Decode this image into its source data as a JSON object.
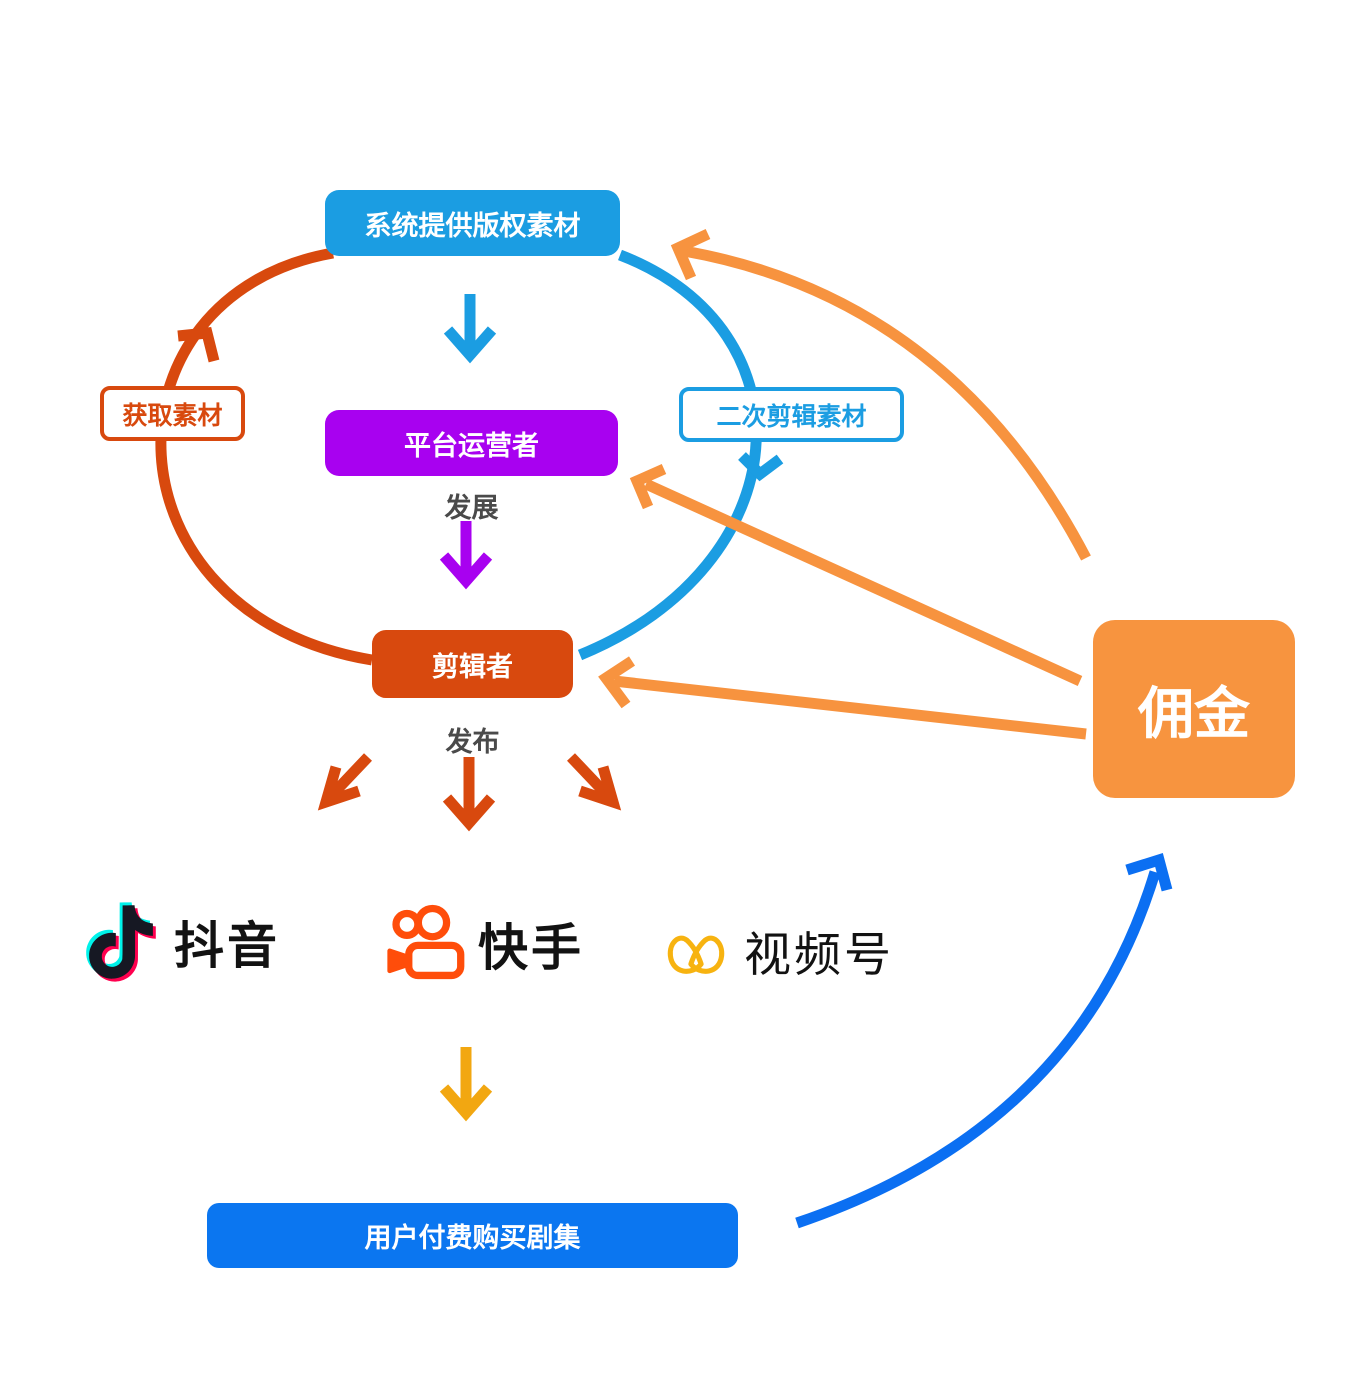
{
  "nodes": {
    "system_material": {
      "label": "系统提供版权素材",
      "color": "#1B9DE2"
    },
    "platform_operator": {
      "label": "平台运营者",
      "color": "#A801F0"
    },
    "editor": {
      "label": "剪辑者",
      "color": "#D8490E"
    },
    "user_purchase": {
      "label": "用户付费购买剧集",
      "color": "#0B76F0"
    },
    "commission": {
      "label": "佣金",
      "color": "#F7943F"
    }
  },
  "edge_labels": {
    "acquire_material": {
      "label": "获取素材",
      "color": "#D8490E"
    },
    "secondary_edit": {
      "label": "二次剪辑素材",
      "color": "#1B9DE2"
    }
  },
  "flow_labels": {
    "develop": "发展",
    "publish": "发布"
  },
  "platforms": [
    {
      "name": "douyin",
      "label": "抖音",
      "icon": "douyin-note-icon",
      "icon_colors": [
        "#161823",
        "#00F2EA",
        "#FF004F"
      ]
    },
    {
      "name": "kuaishou",
      "label": "快手",
      "icon": "kuaishou-camera-icon",
      "icon_colors": [
        "#FF4D0A"
      ]
    },
    {
      "name": "shipinhao",
      "label": "视频号",
      "icon": "wechat-channels-icon",
      "icon_colors": [
        "#F7B310"
      ]
    }
  ],
  "connector_colors": {
    "acquire_arc": "#D8490E",
    "secondary_edit_arc": "#1B9DE2",
    "provide_arrow": "#1B9DE2",
    "develop_arrow": "#A801F0",
    "publish_arrows": "#D8490E",
    "platform_to_purchase_arrow": "#F2A711",
    "purchase_to_commission_arrow": "#0B6FF2",
    "commission_arrows": "#F7933F"
  }
}
